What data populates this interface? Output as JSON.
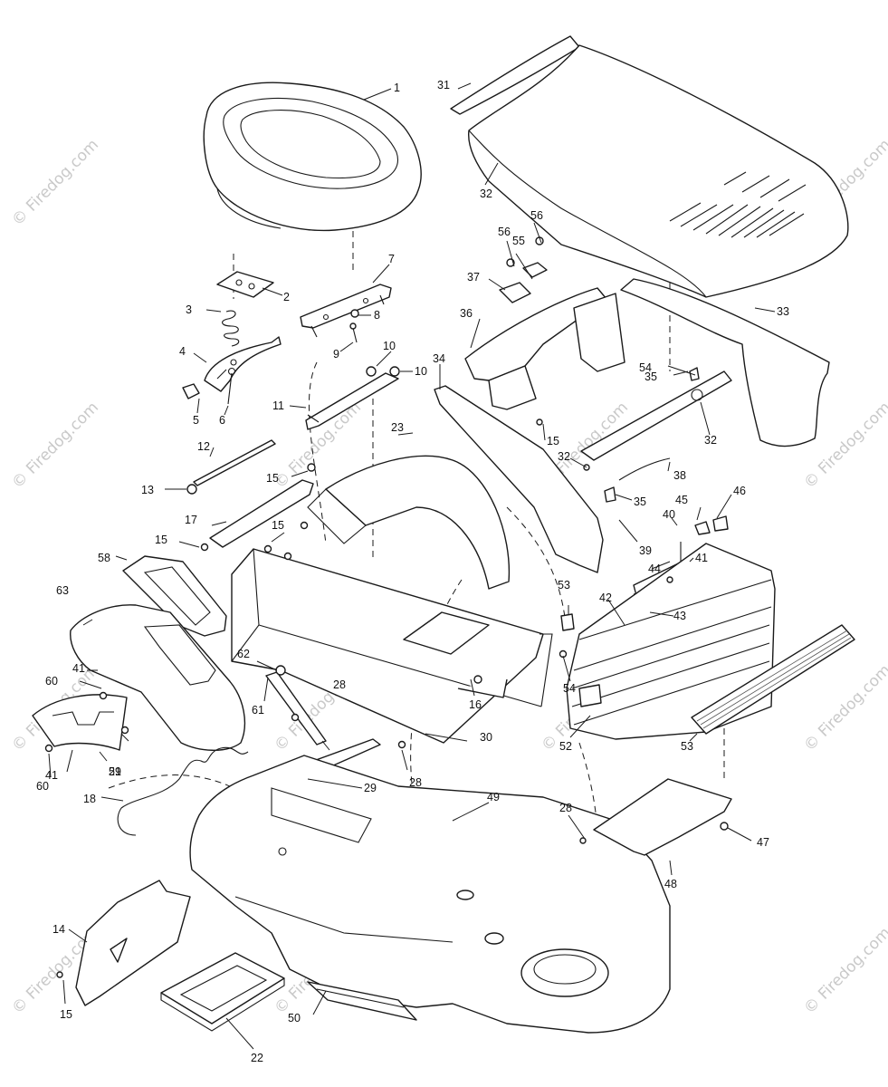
{
  "watermark": {
    "text": "© Firedog.com",
    "color": "#c9c9c9"
  },
  "callouts": {
    "c1": "1",
    "c2": "2",
    "c3": "3",
    "c4": "4",
    "c5": "5",
    "c6": "6",
    "c7": "7",
    "c8": "8",
    "c9": "9",
    "c10a": "10",
    "c10b": "10",
    "c11": "11",
    "c12": "12",
    "c13": "13",
    "c14": "14",
    "c15a": "15",
    "c15b": "15",
    "c15c": "15",
    "c15d": "15",
    "c15e": "15",
    "c16": "16",
    "c17": "17",
    "c18": "18",
    "c21": "21",
    "c22": "22",
    "c23": "23",
    "c28a": "28",
    "c28b": "28",
    "c28c": "28",
    "c29": "29",
    "c30": "30",
    "c31": "31",
    "c32a": "32",
    "c32b": "32",
    "c32c": "32",
    "c33": "33",
    "c34": "34",
    "c35a": "35",
    "c35b": "35",
    "c36": "36",
    "c37": "37",
    "c38": "38",
    "c39": "39",
    "c40": "40",
    "c41a": "41",
    "c41b": "41",
    "c41c": "41",
    "c42": "42",
    "c43": "43",
    "c44": "44",
    "c45": "45",
    "c46": "46",
    "c47": "47",
    "c48": "48",
    "c49": "49",
    "c50": "50",
    "c52": "52",
    "c53a": "53",
    "c53b": "53",
    "c54a": "54",
    "c54b": "54",
    "c55": "55",
    "c56a": "56",
    "c56b": "56",
    "c58": "58",
    "c59": "59",
    "c60a": "60",
    "c60b": "60",
    "c61": "61",
    "c62": "62",
    "c63": "63"
  }
}
